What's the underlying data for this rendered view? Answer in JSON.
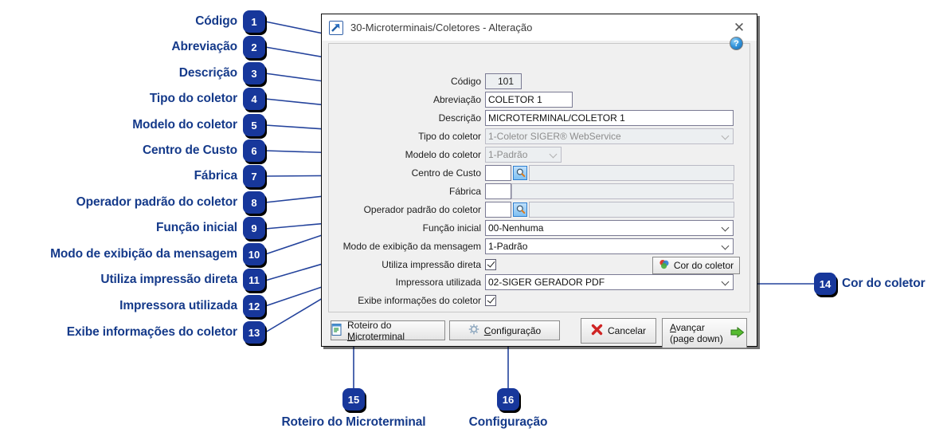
{
  "dialog": {
    "title": "30-Microterminais/Coletores - Alteração",
    "window_icon": "app-arrow-icon",
    "close_glyph": "✕",
    "help_glyph": "?",
    "fields": [
      {
        "label": "Código",
        "value": "101",
        "placeholder": "",
        "type": "readonly-number"
      },
      {
        "label": "Abreviação",
        "value": "COLETOR 1",
        "placeholder": "",
        "type": "text"
      },
      {
        "label": "Descrição",
        "value": "MICROTERMINAL/COLETOR 1",
        "placeholder": "",
        "type": "text"
      },
      {
        "label": "Tipo do coletor",
        "value": "1-Coletor SIGER® WebService",
        "placeholder": "",
        "type": "combo-disabled"
      },
      {
        "label": "Modelo do coletor",
        "value": "1-Padrão",
        "placeholder": "",
        "type": "combo-disabled"
      },
      {
        "label": "Centro de Custo",
        "value": "",
        "placeholder": "",
        "type": "lookup"
      },
      {
        "label": "Fábrica",
        "value": "",
        "placeholder": "",
        "type": "code-desc"
      },
      {
        "label": "Operador padrão do coletor",
        "value": "",
        "placeholder": "",
        "type": "lookup"
      },
      {
        "label": "Função inicial",
        "value": "00-Nenhuma",
        "placeholder": "",
        "type": "combo"
      },
      {
        "label": "Modo de exibição da mensagem",
        "value": "1-Padrão",
        "placeholder": "",
        "type": "combo"
      },
      {
        "label": "Utiliza impressão direta",
        "value": "checked",
        "placeholder": "",
        "type": "checkbox"
      },
      {
        "label": "Impressora utilizada",
        "value": "02-SIGER GERADOR PDF",
        "placeholder": "",
        "type": "combo"
      },
      {
        "label": "Exibe informações do coletor",
        "value": "checked",
        "placeholder": "",
        "type": "checkbox"
      }
    ],
    "color_button": {
      "label": "Cor do coletor",
      "icon": "color-wheel-icon"
    },
    "buttons": {
      "roteiro": {
        "prefix": "Roteiro do ",
        "accel": "M",
        "suffix": "icroterminal",
        "icon": "script-document-icon"
      },
      "config": {
        "accel": "C",
        "suffix": "onfiguração",
        "icon": "gear-icon"
      },
      "cancel": {
        "label": "Cancelar",
        "icon": "red-x-icon"
      },
      "next": {
        "accel": "A",
        "suffix": "vançar",
        "line2": "(page down)",
        "icon": "green-arrow-right-icon"
      }
    }
  },
  "annotations": {
    "left": [
      {
        "n": "1",
        "label": "Código"
      },
      {
        "n": "2",
        "label": "Abreviação"
      },
      {
        "n": "3",
        "label": "Descrição"
      },
      {
        "n": "4",
        "label": "Tipo do coletor"
      },
      {
        "n": "5",
        "label": "Modelo do coletor"
      },
      {
        "n": "6",
        "label": "Centro de Custo"
      },
      {
        "n": "7",
        "label": "Fábrica"
      },
      {
        "n": "8",
        "label": "Operador padrão do coletor"
      },
      {
        "n": "9",
        "label": "Função inicial"
      },
      {
        "n": "10",
        "label": "Modo de exibição da mensagem"
      },
      {
        "n": "11",
        "label": "Utiliza impressão direta"
      },
      {
        "n": "12",
        "label": "Impressora utilizada"
      },
      {
        "n": "13",
        "label": "Exibe informações do coletor"
      }
    ],
    "right": [
      {
        "n": "14",
        "label": "Cor do coletor"
      }
    ],
    "bottom": [
      {
        "n": "15",
        "label": "Roteiro do Microterminal"
      },
      {
        "n": "16",
        "label": "Configuração"
      }
    ]
  },
  "colors": {
    "badge_bg": "#17379b",
    "annotation_text": "#153a8a",
    "leader_line": "#24439c",
    "dialog_bg": "#f0f0f0"
  }
}
